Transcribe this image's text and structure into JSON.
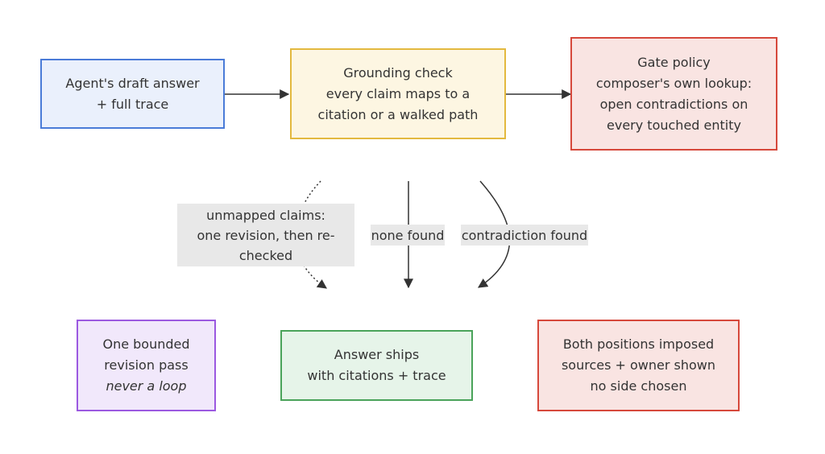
{
  "colors": {
    "blue_border": "#4a7bd8",
    "blue_fill": "#eaf0fc",
    "yellow_border": "#e3b93f",
    "yellow_fill": "#fdf6e2",
    "red_border": "#d6483b",
    "red_fill": "#f9e4e2",
    "purple_border": "#9b59e0",
    "purple_fill": "#f1e8fb",
    "green_border": "#4aa35a",
    "green_fill": "#e6f4e9",
    "edge": "#333333",
    "label_bg": "#e8e8e8"
  },
  "nodes": {
    "draft": {
      "line1": "Agent's draft answer",
      "line2": "+ full trace"
    },
    "grounding": {
      "line1": "Grounding check",
      "line2": "every claim maps to a",
      "line3": "citation or a walked path"
    },
    "gate": {
      "line1": "Gate policy",
      "line2": "composer's own lookup:",
      "line3": "open contradictions on",
      "line4": "every touched entity"
    },
    "revision": {
      "line1": "One bounded",
      "line2": "revision pass",
      "line3": "never a loop"
    },
    "ships": {
      "line1": "Answer ships",
      "line2": "with citations + trace"
    },
    "both": {
      "line1": "Both positions imposed",
      "line2": "sources + owner shown",
      "line3": "no side chosen"
    }
  },
  "edge_labels": {
    "unmapped": {
      "line1": "unmapped claims:",
      "line2": "one revision, then re-",
      "line3": "checked"
    },
    "none_found": "none found",
    "contradiction": "contradiction found"
  }
}
